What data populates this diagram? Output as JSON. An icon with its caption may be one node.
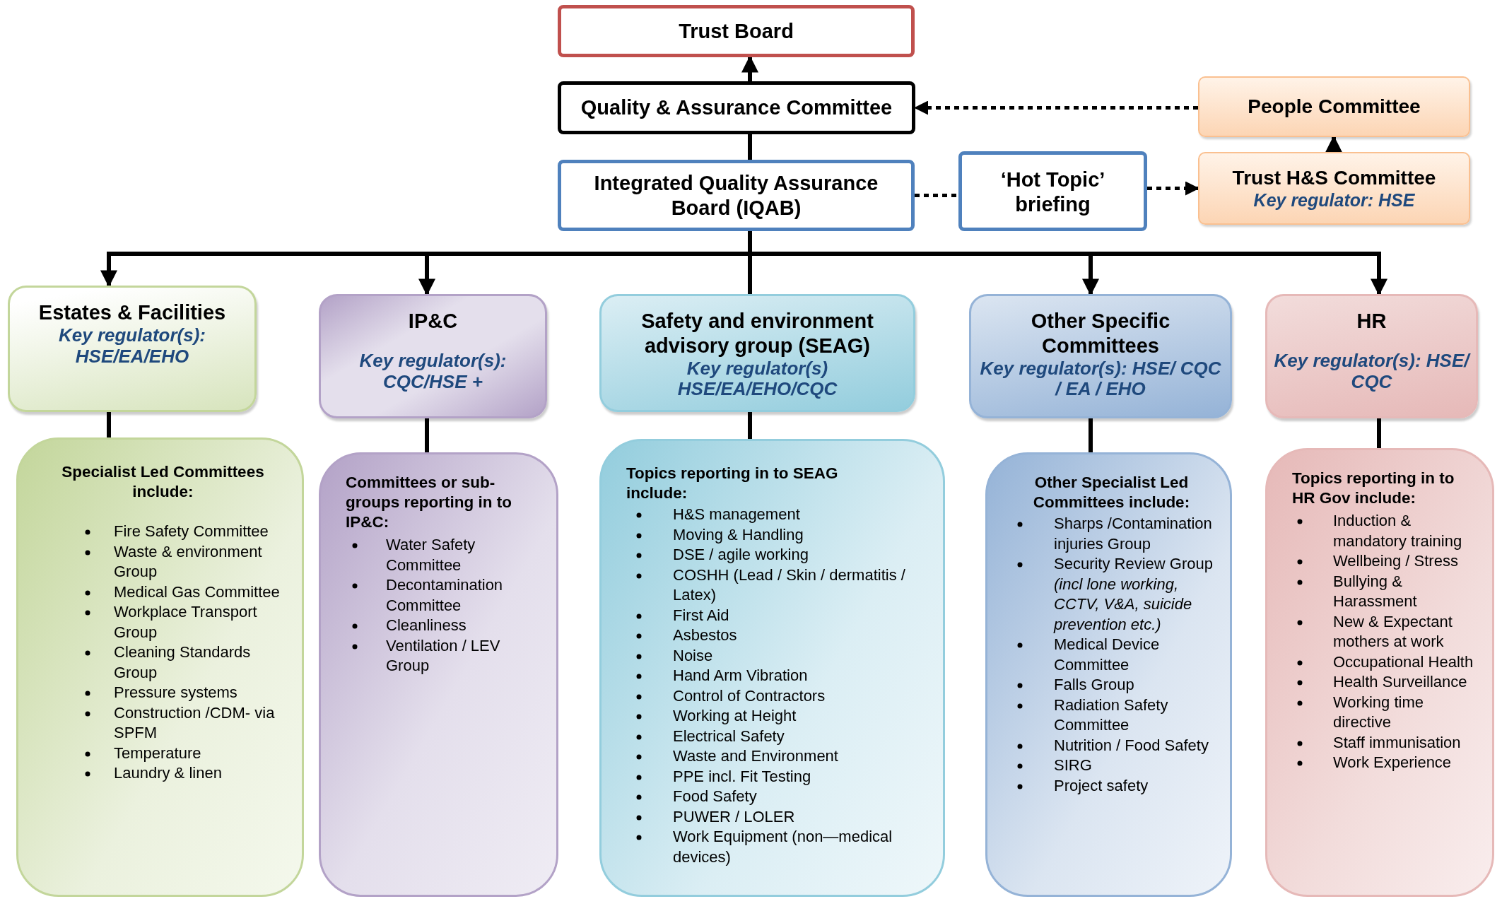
{
  "diagram": {
    "nodes": [
      {
        "text": [
          "Trust Board"
        ]
      },
      {
        "text": [
          "Quality & Assurance Committee"
        ]
      },
      {
        "text": [
          "Integrated Quality Assurance Board (IQAB)"
        ]
      },
      {
        "text": [
          "‘Hot Topic’ briefing"
        ]
      },
      {
        "text": [
          "People Committee"
        ]
      },
      {
        "text": [
          "Trust H&S Committee",
          "Key regulator:  HSE"
        ]
      },
      {
        "text": [
          "Estates & Facilities",
          "Key regulator(s): HSE/EA/EHO"
        ]
      },
      {
        "text": [
          "IP&C",
          "Key regulator(s): CQC/HSE +"
        ]
      },
      {
        "text": [
          "Safety and environment advisory group (SEAG)",
          "Key regulator(s) HSE/EA/EHO/CQC"
        ]
      },
      {
        "text": [
          "Other Specific Committees",
          "Key regulator(s):  HSE/ CQC / EA / EHO"
        ]
      },
      {
        "text": [
          "HR",
          "Key regulator(s): HSE/ CQC"
        ]
      },
      {
        "text": [
          "Specialist Led Committees include:",
          "Fire Safety Committee",
          "Waste  & environment Group",
          "Medical Gas Committee",
          "Workplace Transport Group",
          "Cleaning Standards Group",
          "Pressure systems",
          "Construction /CDM- via SPFM",
          "Temperature",
          "Laundry & linen"
        ]
      },
      {
        "text": [
          "Committees or sub-groups reporting in to IP&C:",
          "Water Safety Committee",
          "Decontamination Committee",
          "Cleanliness",
          "Ventilation / LEV Group"
        ]
      },
      {
        "text": [
          "Topics reporting in to SEAG include:",
          "H&S management",
          "Moving & Handling",
          "DSE / agile working",
          "COSHH (Lead / Skin / dermatitis / Latex)",
          "First Aid",
          "Asbestos",
          "Noise",
          "Hand Arm Vibration",
          "Control of Contractors",
          "Working at Height",
          "Electrical Safety",
          "Waste and Environment",
          "PPE incl. Fit Testing",
          "Food Safety",
          "PUWER / LOLER",
          "Work Equipment (non—medical devices)"
        ]
      },
      {
        "text": [
          "Other Specialist Led Committees include:",
          "Sharps /Contamination injuries Group",
          "Security Review Group *(incl lone working, CCTV, V&A, suicide prevention etc.)*",
          "Medical Device Committee",
          "Falls Group",
          "Radiation Safety Committee",
          "Nutrition / Food Safety",
          "SIRG",
          "Project safety"
        ]
      },
      {
        "text": [
          "Topics reporting in to HR Gov include:",
          "Induction & mandatory training",
          "Wellbeing / Stress",
          "Bullying & Harassment",
          "New & Expectant mothers at work",
          "Occupational Health",
          "Health Surveillance",
          "Working time directive",
          "Staff immunisation",
          "Work Experience"
        ]
      }
    ],
    "edges": [
      {
        "from": 1,
        "to": 0,
        "arrow": "to"
      },
      {
        "from": 2,
        "to": 1,
        "arrow": "none"
      },
      {
        "from": 4,
        "to": 1,
        "arrow": "to",
        "style": "dashed"
      },
      {
        "from": 2,
        "to": 3,
        "arrow": "none",
        "style": "dashed"
      },
      {
        "from": 3,
        "to": 5,
        "arrow": "to",
        "style": "dashed"
      },
      {
        "from": 5,
        "to": 4,
        "arrow": "to"
      },
      {
        "from": 2,
        "to": 6,
        "arrow": "to"
      },
      {
        "from": 2,
        "to": 7,
        "arrow": "to"
      },
      {
        "from": 2,
        "to": 8,
        "arrow": "none"
      },
      {
        "from": 2,
        "to": 9,
        "arrow": "to"
      },
      {
        "from": 2,
        "to": 10,
        "arrow": "to"
      },
      {
        "from": 6,
        "to": 11,
        "arrow": "none"
      },
      {
        "from": 7,
        "to": 12,
        "arrow": "none"
      },
      {
        "from": 8,
        "to": 13,
        "arrow": "none"
      },
      {
        "from": 9,
        "to": 14,
        "arrow": "none"
      },
      {
        "from": 10,
        "to": 15,
        "arrow": "none"
      }
    ]
  }
}
